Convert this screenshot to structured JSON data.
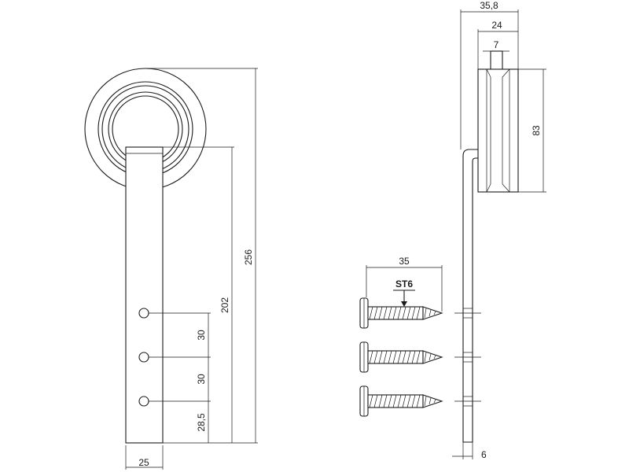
{
  "dimensions": {
    "overall_height": "256",
    "hole_height": "202",
    "hole_spacing_1": "30",
    "hole_spacing_2": "30",
    "bottom_offset": "28,5",
    "strap_width": "25",
    "overall_width": "35,8",
    "wheel_width": "24",
    "groove_width": "7",
    "wheel_diameter": "83",
    "screw_length": "35",
    "screw_type": "ST6",
    "strap_thickness": "6"
  }
}
